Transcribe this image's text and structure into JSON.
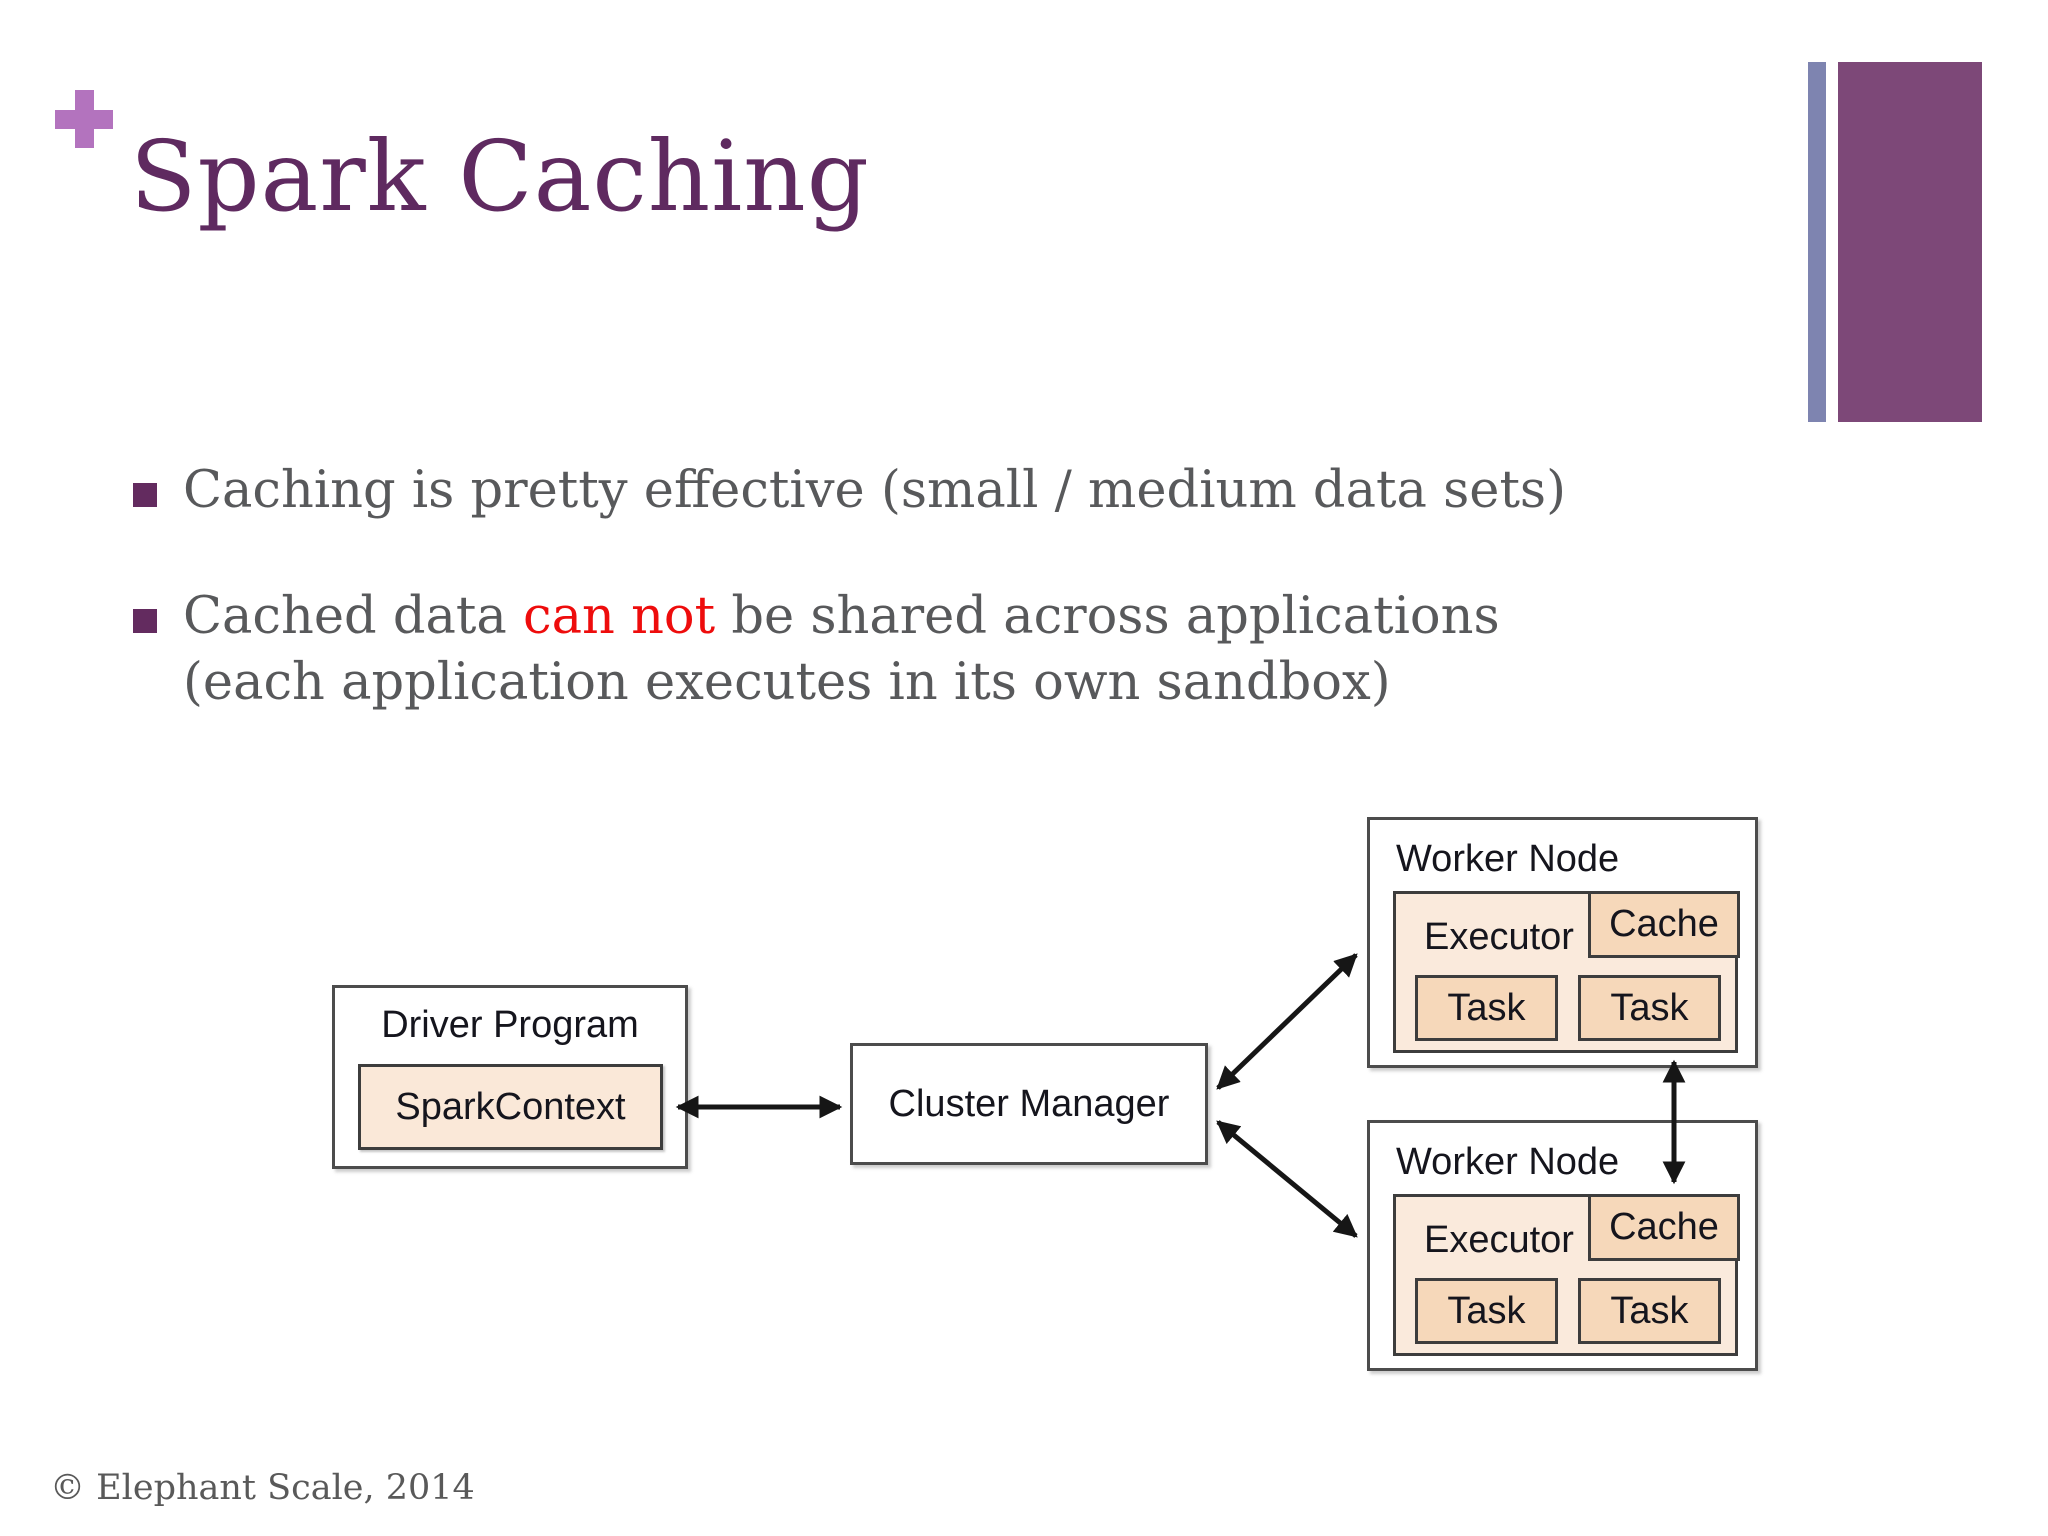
{
  "slide": {
    "title": "Spark Caching",
    "footer": "© Elephant Scale, 2014"
  },
  "bullets": {
    "b1": "Caching is pretty effective (small / medium data sets)",
    "b2_pre": "Cached data ",
    "b2_red": "can not",
    "b2_post": " be shared across applications",
    "b2_line2": "(each application executes in its own sandbox)"
  },
  "diagram": {
    "driver": {
      "title": "Driver Program",
      "context": "SparkContext"
    },
    "cluster": {
      "title": "Cluster Manager"
    },
    "workers": [
      {
        "title": "Worker Node",
        "executor": "Executor",
        "cache": "Cache",
        "task1": "Task",
        "task2": "Task"
      },
      {
        "title": "Worker Node",
        "executor": "Executor",
        "cache": "Cache",
        "task1": "Task",
        "task2": "Task"
      }
    ]
  },
  "colors": {
    "title_purple": "#5f2a60",
    "plus_purple": "#b373be",
    "accent_bar_thin": "#7e84b0",
    "accent_bar_wide": "#7d4878",
    "bullet_square": "#632b5f",
    "body_gray": "#58595b",
    "highlight_red": "#ee0c0c",
    "executor_fill": "#faeadc",
    "cache_task_fill": "#f6d8ba",
    "sparkcontext_fill": "#fae8d8"
  }
}
